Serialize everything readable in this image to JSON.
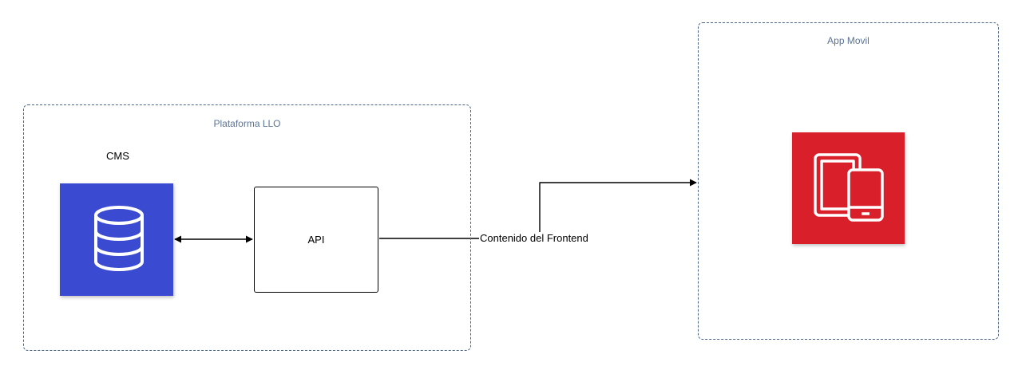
{
  "groups": {
    "platform": {
      "title": "Plataforma LLO"
    },
    "mobile": {
      "title": "App Movil"
    }
  },
  "nodes": {
    "cms": {
      "label": "CMS",
      "icon": "database-icon",
      "color": "#3a4bd1"
    },
    "api": {
      "label": "API"
    },
    "mobile_app": {
      "icon": "mobile-devices-icon",
      "color": "#d91f2a"
    }
  },
  "edges": {
    "api_to_app": {
      "label": "Contenido del Frontend"
    }
  },
  "colors": {
    "group_border": "#4a6585",
    "group_title": "#5b7494",
    "line": "#000000"
  }
}
